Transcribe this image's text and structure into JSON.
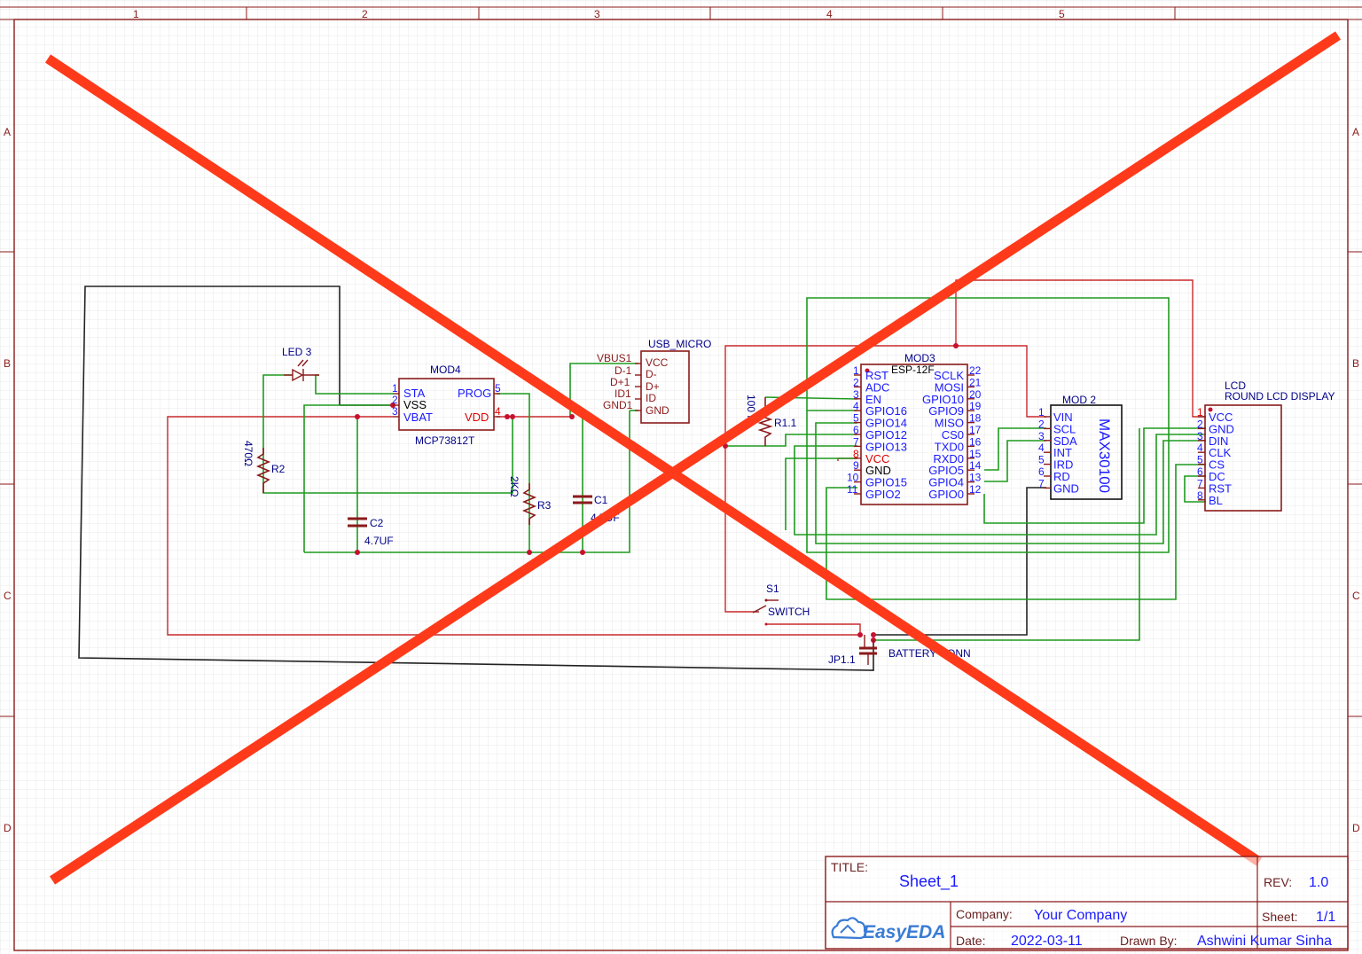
{
  "frame": {
    "col_labels": [
      "1",
      "2",
      "3",
      "4",
      "5"
    ],
    "row_labels": [
      "A",
      "B",
      "C",
      "D"
    ]
  },
  "components": {
    "led3": {
      "ref": "LED 3"
    },
    "r2": {
      "ref": "R2",
      "value": "470Ω"
    },
    "mod4": {
      "ref": "MOD4",
      "part": "MCP73812T",
      "pins": [
        "STA",
        "VSS",
        "VBAT",
        "PROG",
        "VDD"
      ],
      "pin_nums": [
        "1",
        "2",
        "3",
        "5",
        "4"
      ]
    },
    "c2": {
      "ref": "C2",
      "value": "4.7UF"
    },
    "r3": {
      "ref": "R3",
      "value": "2KΩ"
    },
    "c1": {
      "ref": "C1",
      "value": "4.7UF"
    },
    "usb": {
      "ref": "USB_MICRO",
      "left_labels": [
        "VBUS1",
        "D-1",
        "D+1",
        "ID1",
        "GND1"
      ],
      "pins": [
        "VCC",
        "D-",
        "D+",
        "ID",
        "GND"
      ]
    },
    "r11": {
      "ref": "R1.1",
      "value": "100 m"
    },
    "mod3": {
      "ref": "MOD3",
      "part": "ESP-12F",
      "left_pins": [
        "RST",
        "ADC",
        "EN",
        "GPIO16",
        "GPIO14",
        "GPIO12",
        "GPIO13",
        "VCC",
        "GND",
        "GPIO15",
        "GPIO2"
      ],
      "left_nums": [
        "1",
        "2",
        "3",
        "4",
        "5",
        "6",
        "7",
        "8",
        "9",
        "10",
        "11"
      ],
      "right_pins": [
        "SCLK",
        "MOSI",
        "GPIO10",
        "GPIO9",
        "MISO",
        "CS0",
        "TXD0",
        "RXD0",
        "GPIO5",
        "GPIO4",
        "GPIO0"
      ],
      "right_nums": [
        "22",
        "21",
        "20",
        "19",
        "18",
        "17",
        "16",
        "15",
        "14",
        "13",
        "12"
      ]
    },
    "mod2": {
      "ref": "MOD 2",
      "part": "MAX30100",
      "pins": [
        "VIN",
        "SCL",
        "SDA",
        "INT",
        "IRD",
        "RD",
        "GND"
      ],
      "pin_nums": [
        "1",
        "2",
        "3",
        "4",
        "5",
        "6",
        "7"
      ]
    },
    "lcd": {
      "ref": "LCD",
      "part": "ROUND LCD DISPLAY",
      "pins": [
        "VCC",
        "GND",
        "DIN",
        "CLK",
        "CS",
        "DC",
        "RST",
        "BL"
      ],
      "pin_nums": [
        "1",
        "2",
        "3",
        "4",
        "5",
        "6",
        "7",
        "8"
      ]
    },
    "s1": {
      "ref": "S1",
      "part": "SWITCH"
    },
    "jp": {
      "ref": "JP1.1",
      "part": "BATTERY CONN"
    }
  },
  "title_block": {
    "title_label": "TITLE:",
    "title": "Sheet_1",
    "rev_label": "REV:",
    "rev": "1.0",
    "company_label": "Company:",
    "company": "Your Company",
    "sheet_label": "Sheet:",
    "sheet": "1/1",
    "date_label": "Date:",
    "date": "2022-03-11",
    "drawn_label": "Drawn By:",
    "drawn_by": "Ashwini Kumar Sinha",
    "logo": "EasyEDA"
  },
  "colors": {
    "wire_green": "#1e9a1e",
    "wire_red": "#c8282c",
    "component": "#8b1a1a",
    "pin_text": "#1a1aff",
    "cross": "#ff3a1a"
  }
}
